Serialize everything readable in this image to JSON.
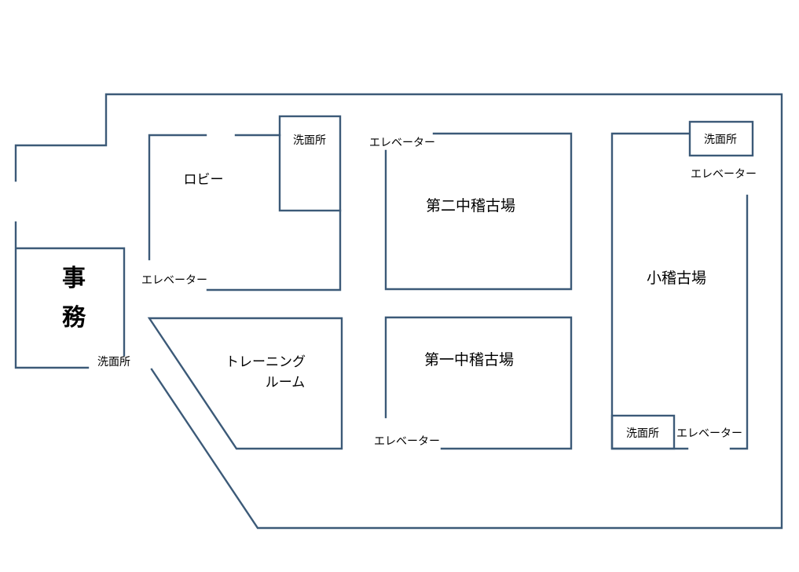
{
  "colors": {
    "wall": "#3c5a78",
    "text": "#000000",
    "background": "#ffffff"
  },
  "rooms": {
    "office_line1": "事",
    "office_line2": "務",
    "lobby": "ロビー",
    "training_line1": "トレーニング",
    "training_line2": "ルーム",
    "studio_2": "第二中稽古場",
    "studio_1": "第一中稽古場",
    "studio_small": "小稽古場"
  },
  "facilities": {
    "washroom_top_lobby": "洗面所",
    "washroom_left": "洗面所",
    "washroom_top_right": "洗面所",
    "washroom_bottom_right": "洗面所",
    "elevator_lobby": "エレベーター",
    "elevator_studio2": "エレベーター",
    "elevator_studio1": "エレベーター",
    "elevator_top_right": "エレベーター",
    "elevator_bottom_right": "エレベーター"
  }
}
